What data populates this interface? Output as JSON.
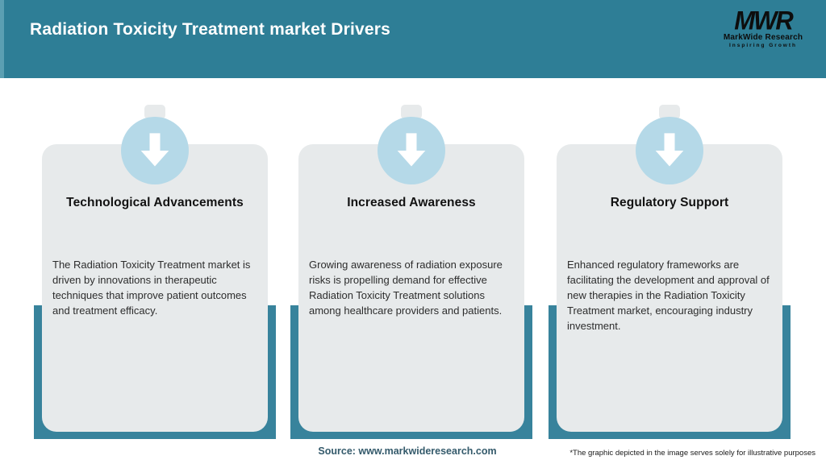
{
  "header": {
    "title": "Radiation Toxicity Treatment market Drivers",
    "logo": {
      "acronym": "MWR",
      "name": "MarkWide Research",
      "tagline": "Inspiring Growth"
    }
  },
  "cards": [
    {
      "icon": "down-arrow-icon",
      "title": "Technological Advancements",
      "body": "The Radiation Toxicity Treatment market is driven by innovations in therapeutic techniques that improve patient outcomes and treatment efficacy."
    },
    {
      "icon": "down-arrow-icon",
      "title": "Increased Awareness",
      "body": "Growing awareness of radiation exposure risks is propelling demand for effective Radiation Toxicity Treatment solutions among healthcare providers and patients."
    },
    {
      "icon": "down-arrow-icon",
      "title": "Regulatory Support",
      "body": "Enhanced regulatory frameworks are facilitating the development and approval of new therapies in the Radiation Toxicity Treatment market, encouraging industry investment."
    }
  ],
  "footer": {
    "source": "Source: www.markwideresearch.com",
    "disclaimer": "*The graphic depicted in the image serves solely for illustrative purposes"
  },
  "colors": {
    "teal-header": "#2e7e96",
    "teal-light-edge": "#5b9fb2",
    "teal-band": "#38839c",
    "circle-blue": "#b5d9e8",
    "card-gray": "#e7eaeb",
    "source-color": "#345a6b",
    "bg": "#ffffff"
  }
}
